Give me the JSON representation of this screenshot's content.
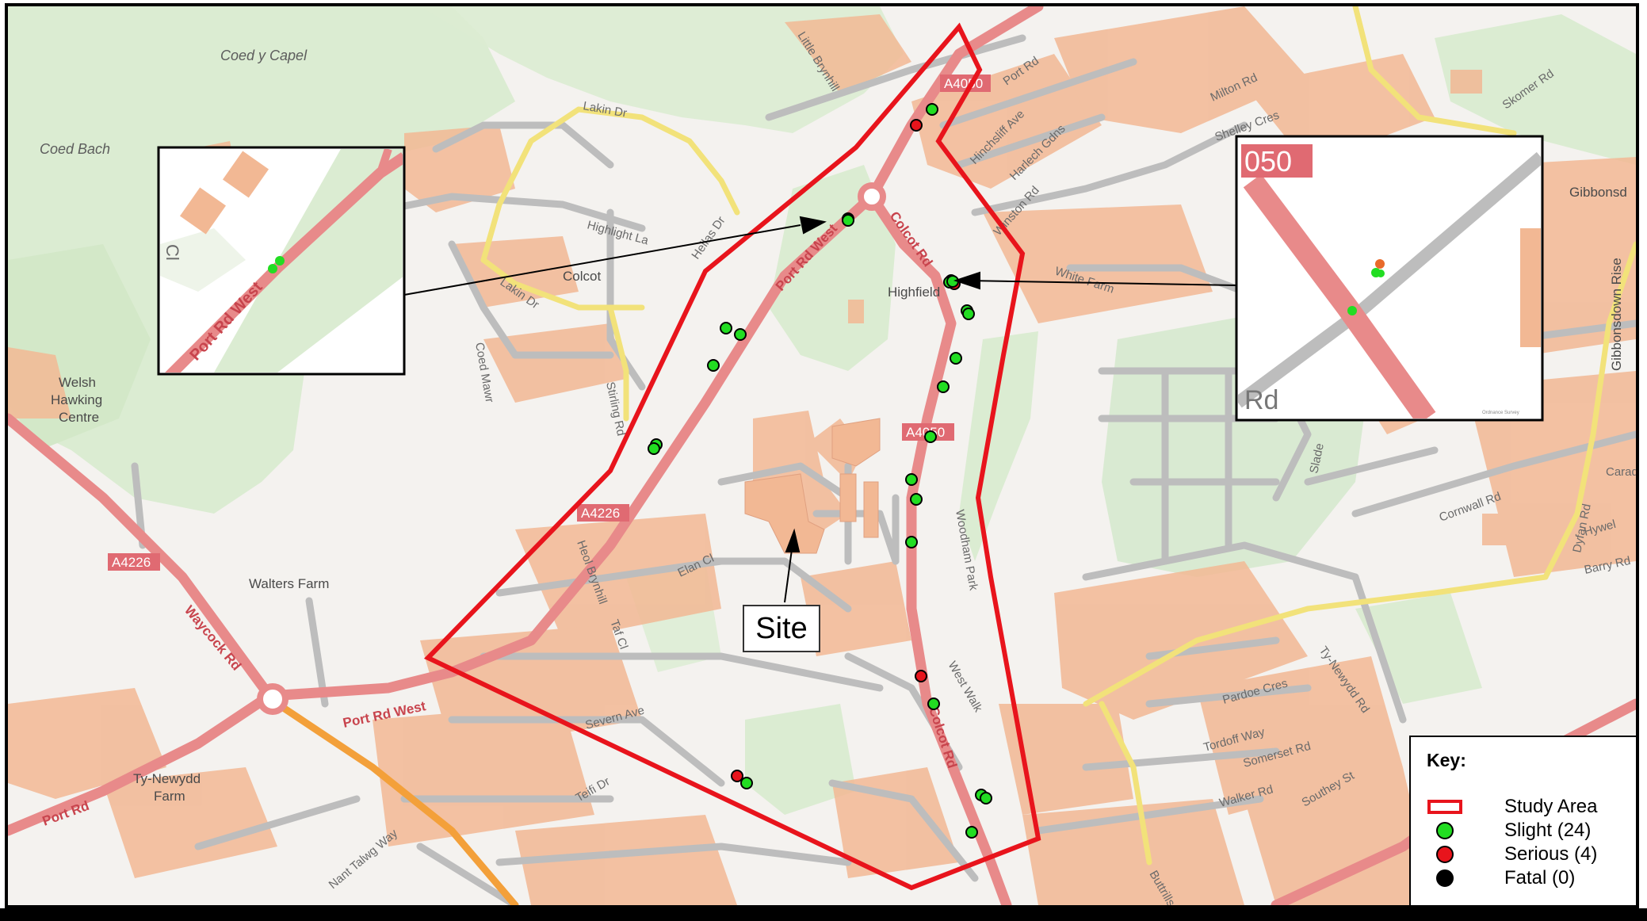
{
  "map": {
    "place_labels": [
      "Coed y Capel",
      "Coed Bach",
      "Welsh",
      "Hawking",
      "Centre",
      "Walters Farm",
      "Ty-Newydd",
      "Farm",
      "Colcot",
      "Highfield",
      "Gibbonsdown Rise",
      "Gibbonsd"
    ],
    "street_labels": [
      "Lakin Dr",
      "Little Brynhill",
      "Port Rd",
      "Hinchsliff Ave",
      "Harlech Gdns",
      "Winston Rd",
      "Milton Rd",
      "Shelley Cres",
      "Skomer Rd",
      "Highlight La",
      "Hellas Dr",
      "Lakin Dr",
      "Coed Mawr",
      "Stirling Rd",
      "White Farm",
      "Heol Brynhill",
      "Elan Cl",
      "Taf Cl",
      "Severn Ave",
      "Teifi Dr",
      "West Walk",
      "Woodham Park",
      "Barry Rd",
      "Cornwall Rd",
      "Hywel",
      "Dyfan Rd",
      "Carad",
      "Pardoe Cres",
      "Ty-Newydd Rd",
      "Tordoff Way",
      "Somerset Rd",
      "Walker Rd",
      "Southey St",
      "Buttrills",
      "Nant Talwg Way",
      "Waycock Rd",
      "Slade",
      "Gibbonsdown Rise"
    ],
    "main_road_labels": {
      "port_rd_west_1": "Port Rd West",
      "port_rd_west_2": "Port Rd West",
      "port_rd": "Port Rd",
      "colcot_rd_1": "Colcot Rd",
      "colcot_rd_2": "Colcot Rd",
      "waycock": "Waycock Rd"
    },
    "shields": {
      "a4050_top": "A4050",
      "a4050_mid": "A4050",
      "a4226_mid": "A4226",
      "a4226_left": "A4226"
    },
    "inset_left": {
      "road_label": "Port Rd West",
      "side_label": "Cl"
    },
    "inset_right": {
      "shield": "050",
      "road_label": "Rd",
      "copyright": "Ordnance Survey"
    },
    "site_label": "Site",
    "colors": {
      "study_area": "#e8141c",
      "slight": "#22dd22",
      "serious": "#e8141c",
      "fatal": "#000000",
      "main_road": "#e88a8a",
      "minor_road": "#b8b8b8",
      "building": "#f2b894",
      "green_area": "#dbecd2"
    },
    "accident_points": {
      "slight_count_drawn": 24,
      "serious_count_drawn": 4
    }
  },
  "key": {
    "title": "Key:",
    "items": [
      {
        "symbol": "study-area",
        "label": "Study Area"
      },
      {
        "symbol": "slight",
        "label": "Slight (24)"
      },
      {
        "symbol": "serious",
        "label": "Serious (4)"
      },
      {
        "symbol": "fatal",
        "label": "Fatal (0)"
      }
    ]
  }
}
